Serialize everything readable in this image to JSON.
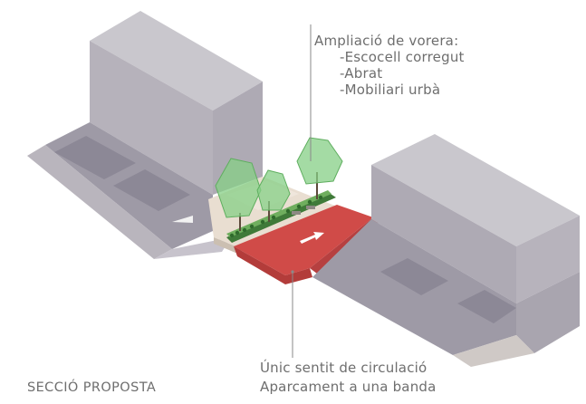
{
  "diagram": {
    "section_label": "SECCIÓ PROPOSTA",
    "annotation_top": {
      "title": "Ampliació de vorera:",
      "items": [
        "-Escocell corregut",
        "-Abrat",
        "-Mobiliari urbà"
      ]
    },
    "annotation_bottom": {
      "lines": [
        "Únic sentit de circulació",
        "Aparcament a una banda"
      ]
    },
    "colors": {
      "building_top": "#c9c7cd",
      "building_face": "#aba8b1",
      "building_shadow": "#9793a0",
      "sidewalk": "#e8ddd0",
      "road": "#cf4b49",
      "road_dark": "#a83434",
      "tree": "#7ec77e",
      "text": "#6e6e6e"
    },
    "icons": [
      "direction-arrow-icon"
    ]
  }
}
